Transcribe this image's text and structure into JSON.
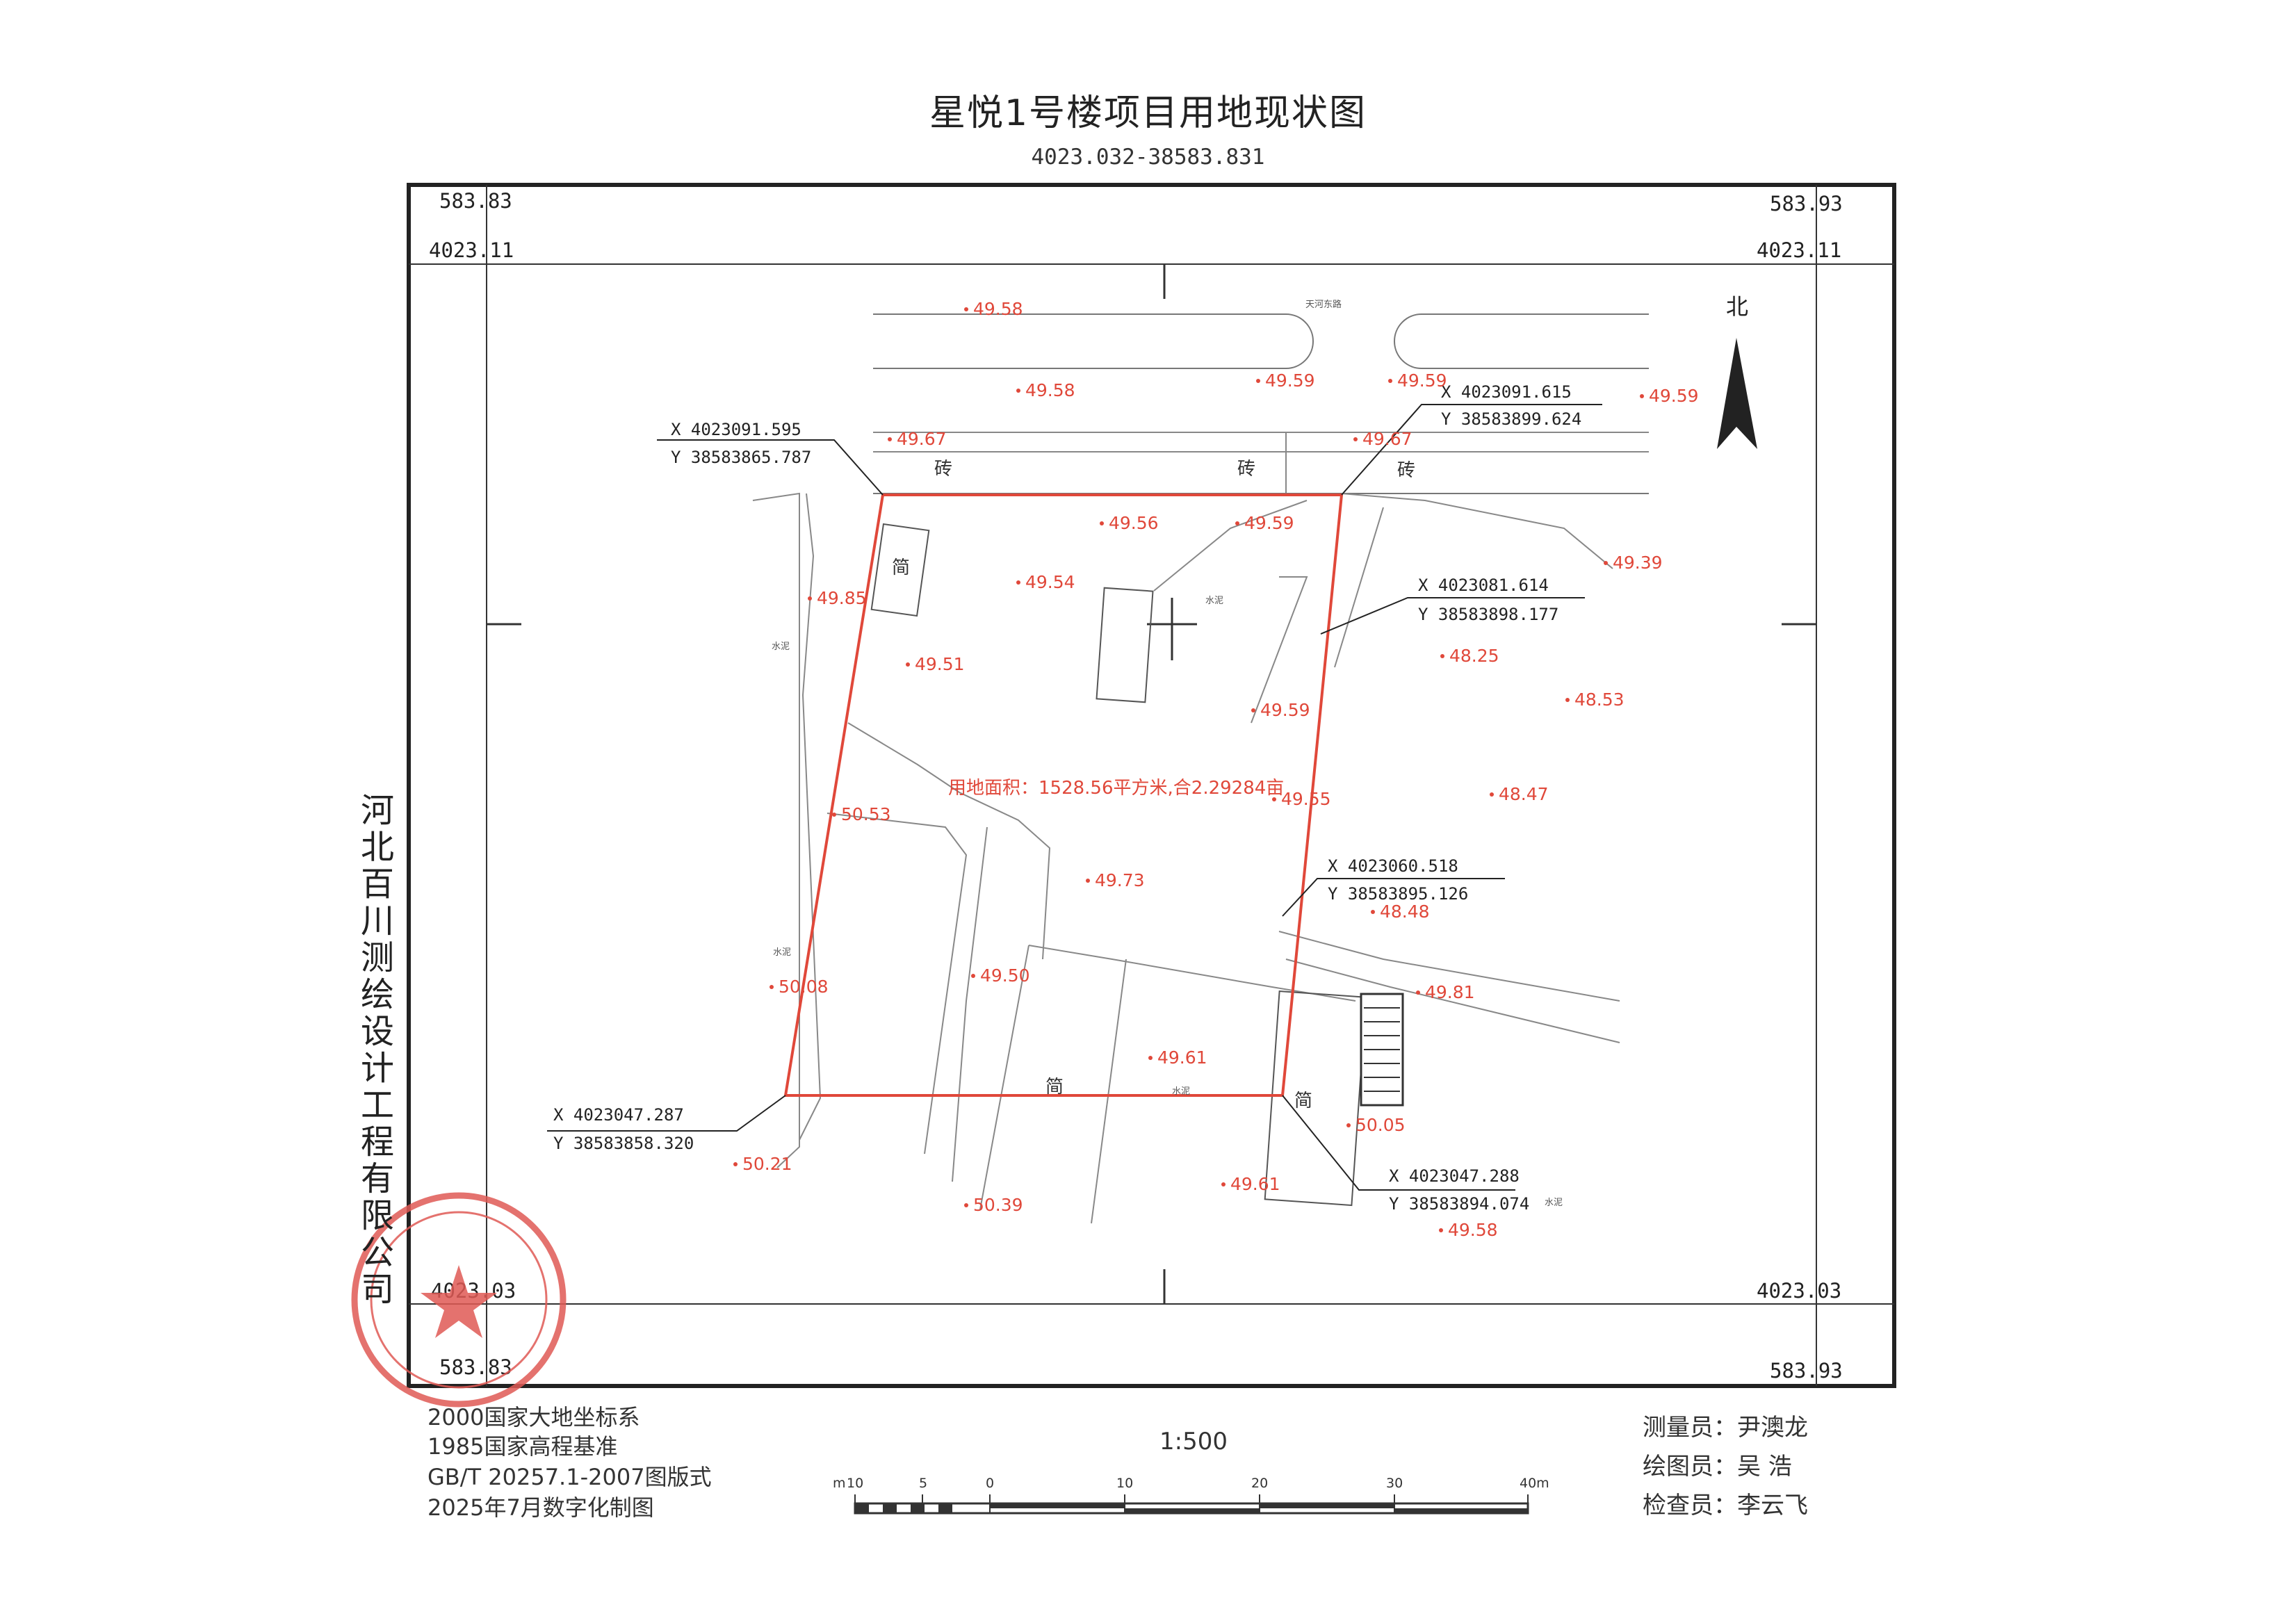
{
  "title": "星悦1号楼项目用地现状图",
  "subtitle": "4023.032-38583.831",
  "frame": {
    "tl_top": "583.83",
    "tl_bottom": "4023.11",
    "tr_top": "583.93",
    "tr_bottom": "4023.11",
    "bl_top": "4023.03",
    "bl_bottom": "583.83",
    "br_top": "4023.03",
    "br_bottom": "583.93"
  },
  "company": "河北百川测绘设计工程有限公司",
  "north_label": "北",
  "road_name": "天河东路",
  "area_label": "用地面积：1528.56平方米,合2.29284亩",
  "parcel_points": [
    {
      "id": "nw",
      "x": "X 4023091.595",
      "y": "Y 38583865.787"
    },
    {
      "id": "ne",
      "x": "X 4023091.615",
      "y": "Y 38583899.624"
    },
    {
      "id": "e1",
      "x": "X 4023081.614",
      "y": "Y 38583898.177"
    },
    {
      "id": "e2",
      "x": "X 4023060.518",
      "y": "Y 38583895.126"
    },
    {
      "id": "sw",
      "x": "X 4023047.287",
      "y": "Y 38583858.320"
    },
    {
      "id": "se",
      "x": "X 4023047.288",
      "y": "Y 38583894.074"
    }
  ],
  "elevations": [
    "49.58",
    "49.58",
    "49.59",
    "49.59",
    "49.59",
    "49.67",
    "49.67",
    "49.56",
    "49.59",
    "49.39",
    "49.54",
    "49.85",
    "49.51",
    "48.25",
    "48.53",
    "49.59",
    "48.47",
    "49.55",
    "50.53",
    "49.73",
    "48.48",
    "49.50",
    "50.08",
    "49.81",
    "49.61",
    "50.05",
    "50.21",
    "49.61",
    "50.39",
    "49.58"
  ],
  "materials": {
    "brick": "砖",
    "simple": "简",
    "cement": "水泥",
    "cement_small": "水泥"
  },
  "info": {
    "line1": "2000国家大地坐标系",
    "line2": "1985国家高程基准",
    "line3": "GB/T 20257.1-2007图版式",
    "line4": "2025年7月数字化制图"
  },
  "scale": {
    "ratio": "1:500",
    "unit_left": "m",
    "ticks": [
      "10",
      "5",
      "0",
      "10",
      "20",
      "30",
      "40m"
    ]
  },
  "staff": {
    "surveyor": "测量员：尹澳龙",
    "drafter": "绘图员：吴 浩",
    "checker": "检查员：李云飞"
  },
  "colors": {
    "boundary": "#e0483a",
    "elevation": "#e0483a",
    "frame": "#222222",
    "seal": "#e05a55"
  }
}
